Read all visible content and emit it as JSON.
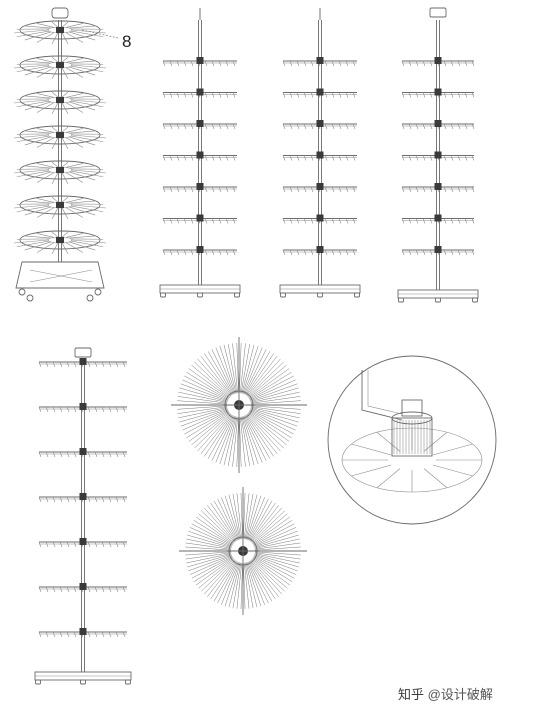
{
  "callout": {
    "label": "8"
  },
  "watermark": {
    "site": "知乎",
    "handle": "@设计破解"
  },
  "colors": {
    "line": "#6a6a6a",
    "dark": "#3a3a3a",
    "background": "#ffffff"
  },
  "icons": {
    "watermark_logo": "zhihu-logo-icon"
  }
}
